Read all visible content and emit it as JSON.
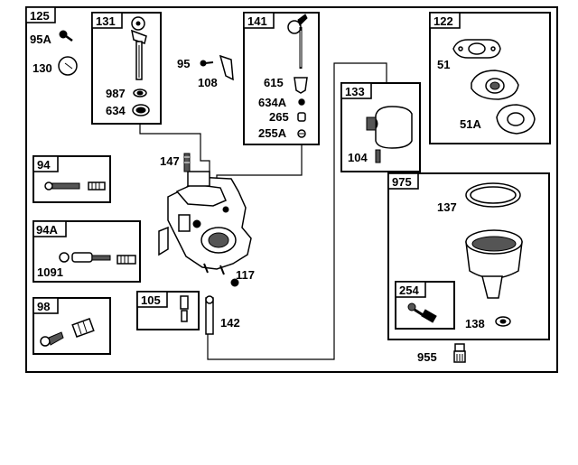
{
  "groups": {
    "main": "125",
    "g131": "131",
    "g141": "141",
    "g122": "122",
    "g133": "133",
    "g94": "94",
    "g94a": "94A",
    "g98": "98",
    "g105": "105",
    "g975": "975",
    "g254": "254"
  },
  "parts": {
    "p95a": "95A",
    "p130": "130",
    "p987": "987",
    "p634": "634",
    "p95": "95",
    "p108": "108",
    "p615": "615",
    "p634a": "634A",
    "p265": "265",
    "p255a": "255A",
    "p51": "51",
    "p51a": "51A",
    "p104": "104",
    "p147": "147",
    "p1091": "1091",
    "p117": "117",
    "p142": "142",
    "p137": "137",
    "p138": "138",
    "p955": "955"
  }
}
